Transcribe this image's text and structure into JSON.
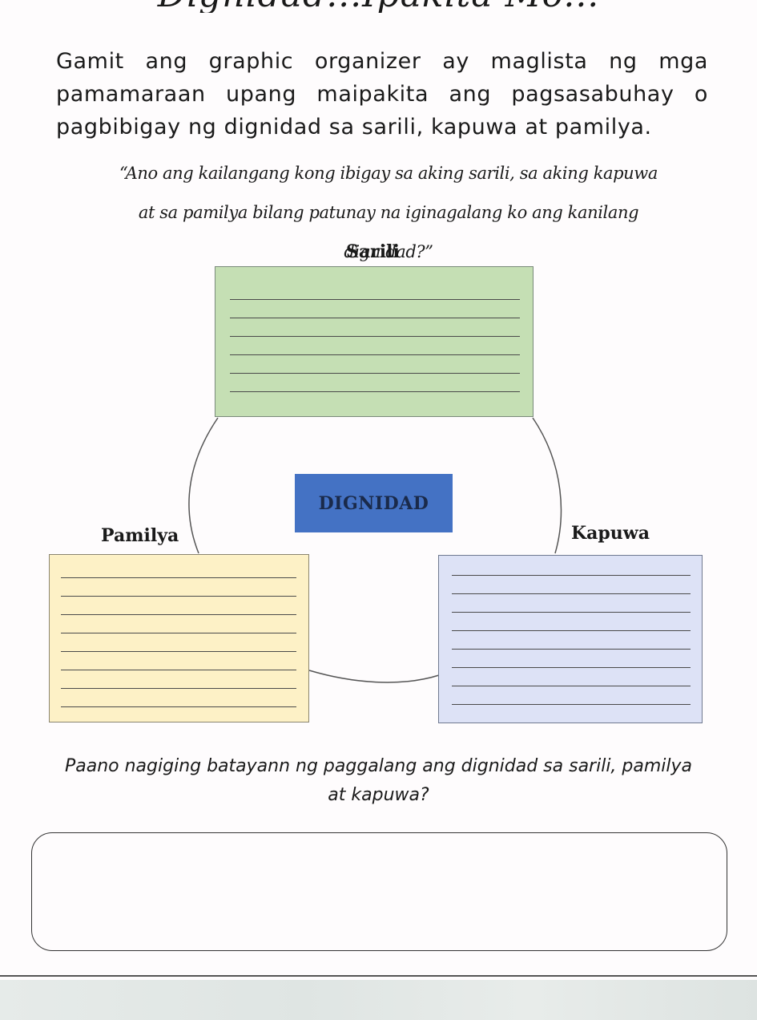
{
  "header": {
    "title": "Dignidad...Ipakita Mo..."
  },
  "instructions": {
    "text": "Gamit ang graphic organizer ay maglista ng mga pamamaraan upang maipakita ang pagsasabuhay o pagbibigay ng dignidad sa sarili, kapuwa at pamilya."
  },
  "guide_question": {
    "text": "“Ano ang kailangang kong ibigay sa aking sarili, sa aking kapuwa at sa pamilya bilang patunay na iginagalang ko ang kanilang dignidad?”"
  },
  "organizer": {
    "center_label": "DIGNIDAD",
    "sarili_label": "Sarili",
    "pamilya_label": "Pamilya",
    "kapuwa_label": "Kapuwa",
    "colors": {
      "sarili": "#c5dfb4",
      "pamilya": "#fdf1c6",
      "kapuwa": "#dde2f6",
      "center": "#4472c4"
    }
  },
  "reflection": {
    "question": "Paano nagiging batayann ng paggalang ang dignidad sa sarili, pamilya at kapuwa?"
  }
}
